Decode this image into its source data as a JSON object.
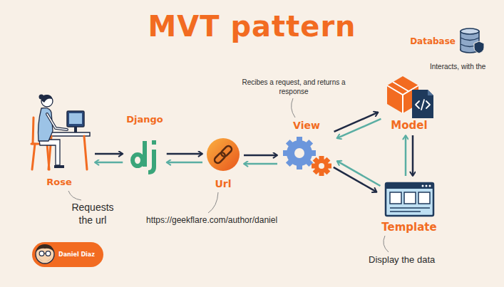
{
  "diagram": {
    "title": "MVT pattern",
    "nodes": [
      {
        "text": [
          "Rose"
        ]
      },
      {
        "text": [
          "Django"
        ]
      },
      {
        "text": [
          "Url"
        ]
      },
      {
        "text": [
          "View"
        ]
      },
      {
        "text": [
          "Database"
        ]
      },
      {
        "text": [
          "Model"
        ]
      },
      {
        "text": [
          "Template"
        ]
      },
      {
        "text": [
          "Daniel Diaz"
        ]
      }
    ],
    "edges": [
      {
        "from": 0,
        "to": 1,
        "arrow": "both"
      },
      {
        "from": 1,
        "to": 2,
        "arrow": "both"
      },
      {
        "from": 2,
        "to": 3,
        "arrow": "both"
      },
      {
        "from": 3,
        "to": 5,
        "arrow": "both"
      },
      {
        "from": 5,
        "to": 6,
        "arrow": "both"
      },
      {
        "from": 3,
        "to": 6,
        "arrow": "both"
      }
    ],
    "labels": [
      "Recibes a request, and returns a response",
      "Interacts, with the",
      "Requests the url",
      "https://geekflare.com/author/daniel",
      "Display the data"
    ]
  }
}
